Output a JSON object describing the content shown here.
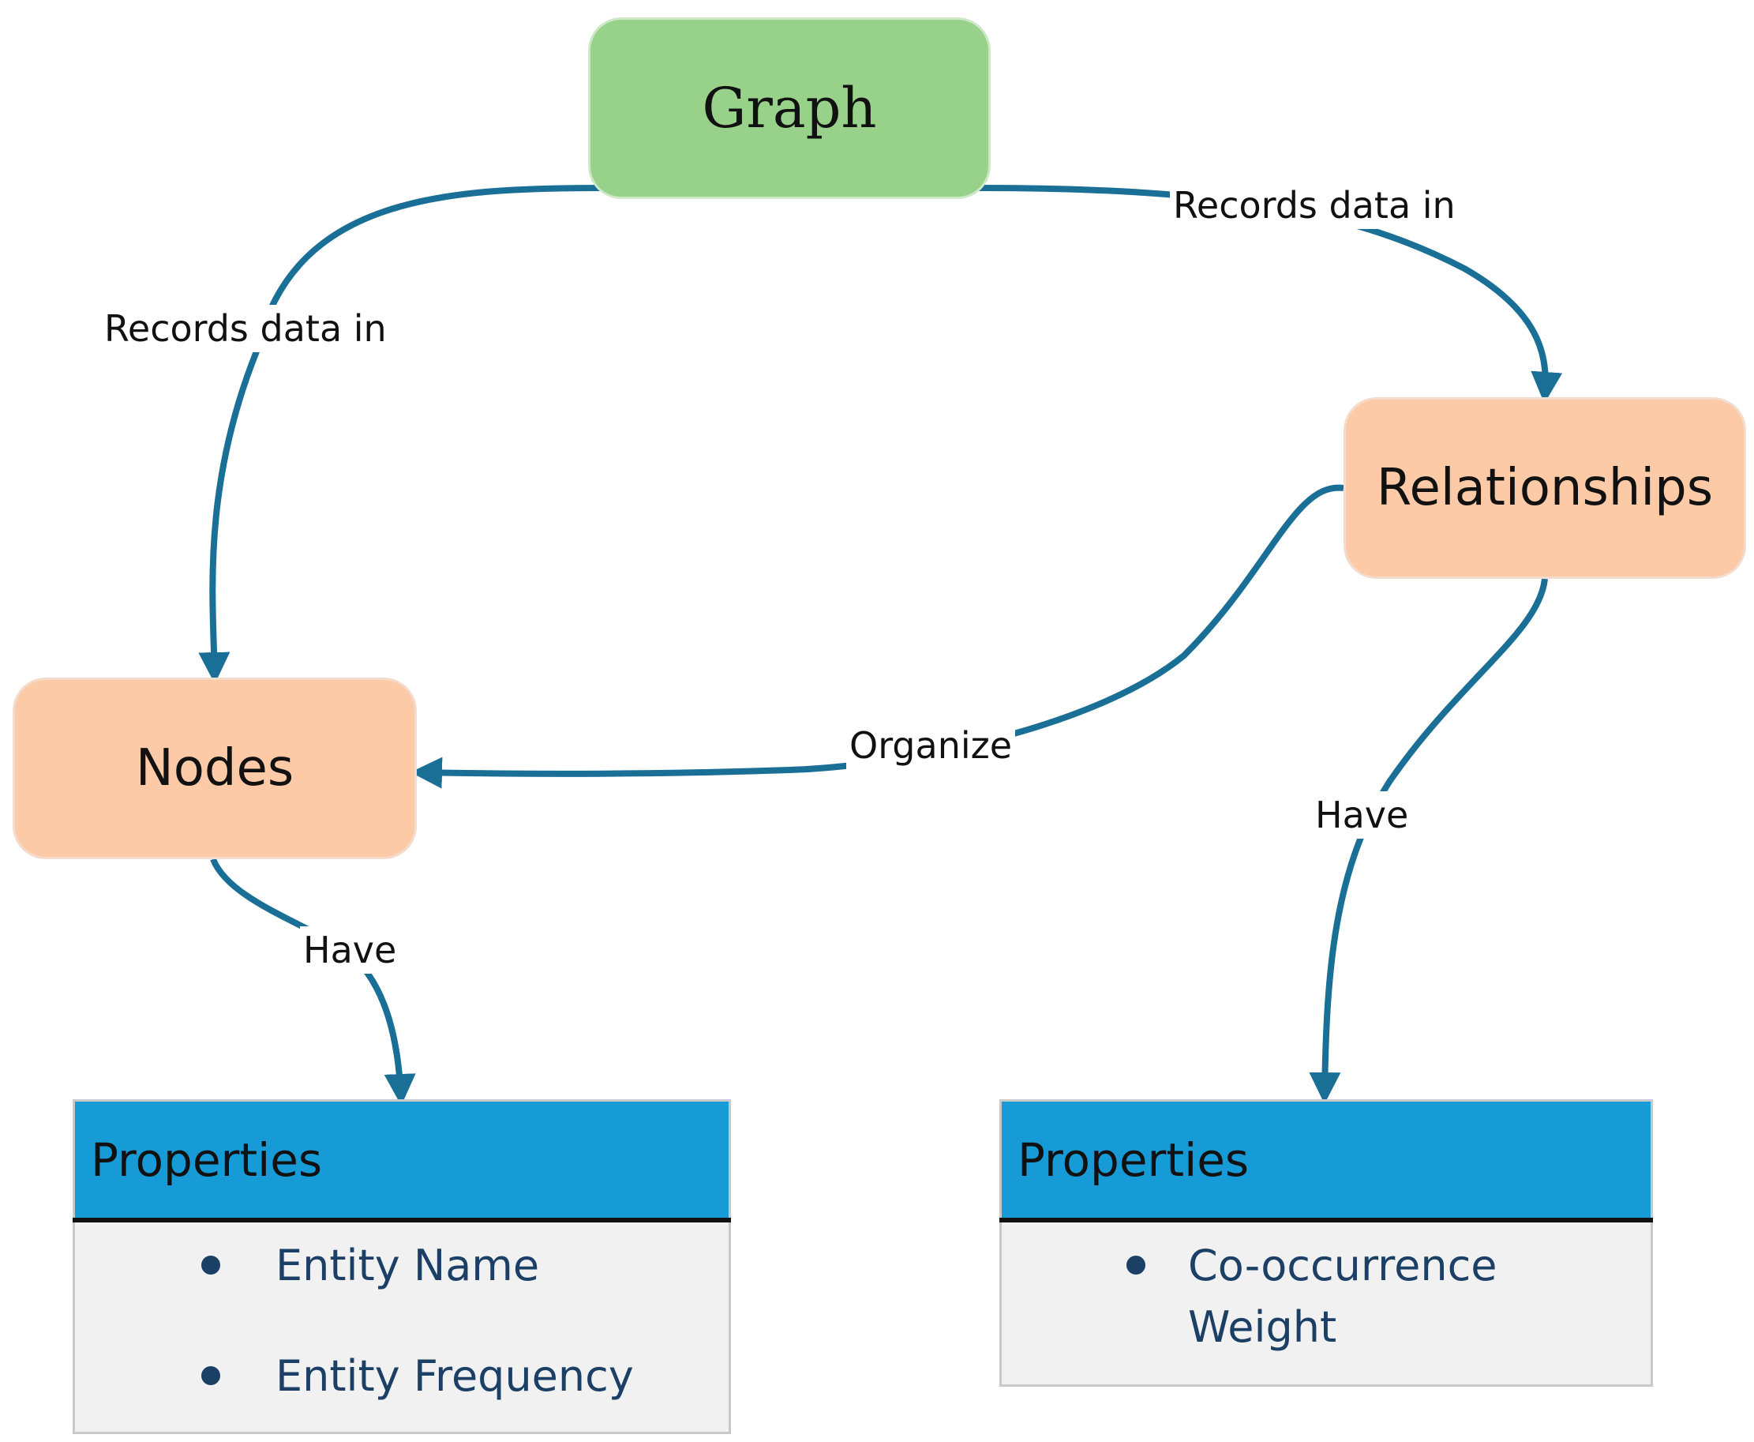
{
  "nodes": {
    "graph": "Graph",
    "relationships": "Relationships",
    "nodes": "Nodes"
  },
  "edges": {
    "graph_to_nodes": "Records data in",
    "graph_to_relationships": "Records data in",
    "relationships_to_nodes": "Organize",
    "nodes_to_properties": "Have",
    "relationships_to_properties": "Have"
  },
  "properties_nodes": {
    "title": "Properties",
    "items": [
      "Entity Name",
      "Entity  Frequency"
    ]
  },
  "properties_relationships": {
    "title": "Properties",
    "items": [
      "Co-occurrence",
      "Weight"
    ]
  },
  "colors": {
    "edge": "#1a6f96",
    "graph_fill": "#98d28a",
    "entity_fill": "#fccaa6",
    "header_fill": "#179bd6",
    "item_text": "#1c3f66"
  }
}
